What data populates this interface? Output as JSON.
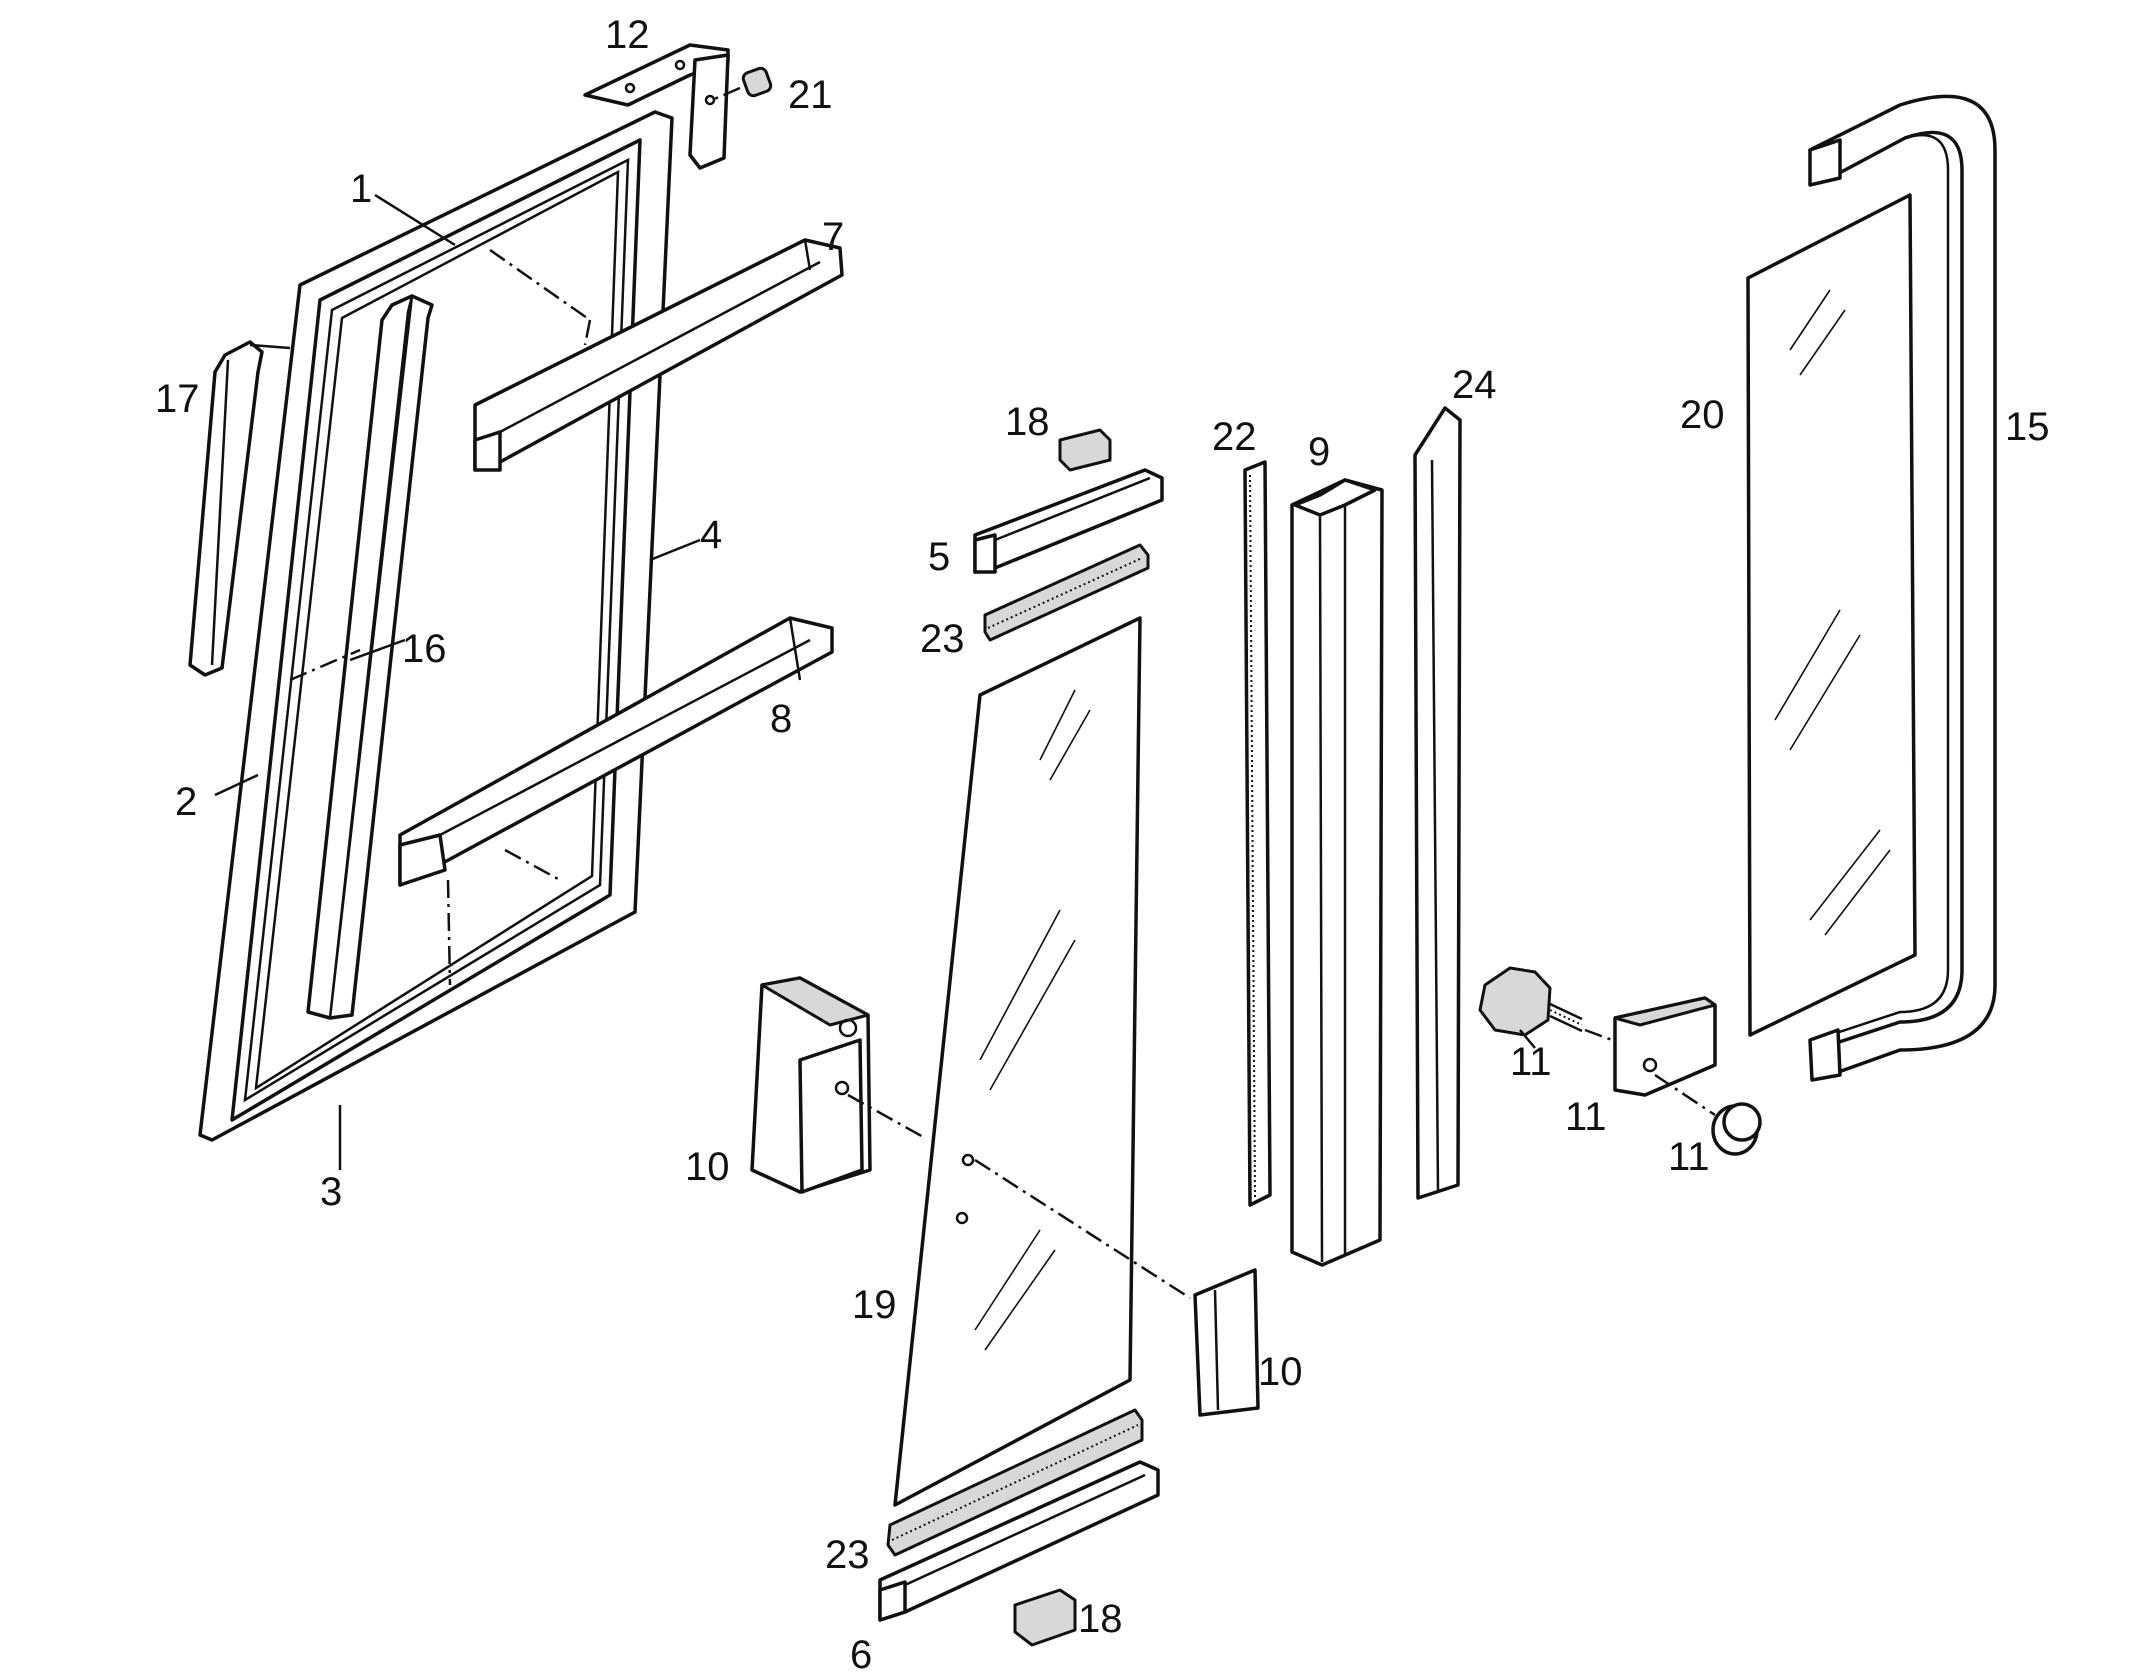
{
  "diagram": {
    "callouts": [
      "1",
      "2",
      "3",
      "4",
      "5",
      "6",
      "7",
      "8",
      "9",
      "10",
      "10",
      "11",
      "11",
      "11",
      "12",
      "15",
      "16",
      "17",
      "18",
      "18",
      "19",
      "20",
      "21",
      "22",
      "23",
      "23",
      "24"
    ]
  }
}
